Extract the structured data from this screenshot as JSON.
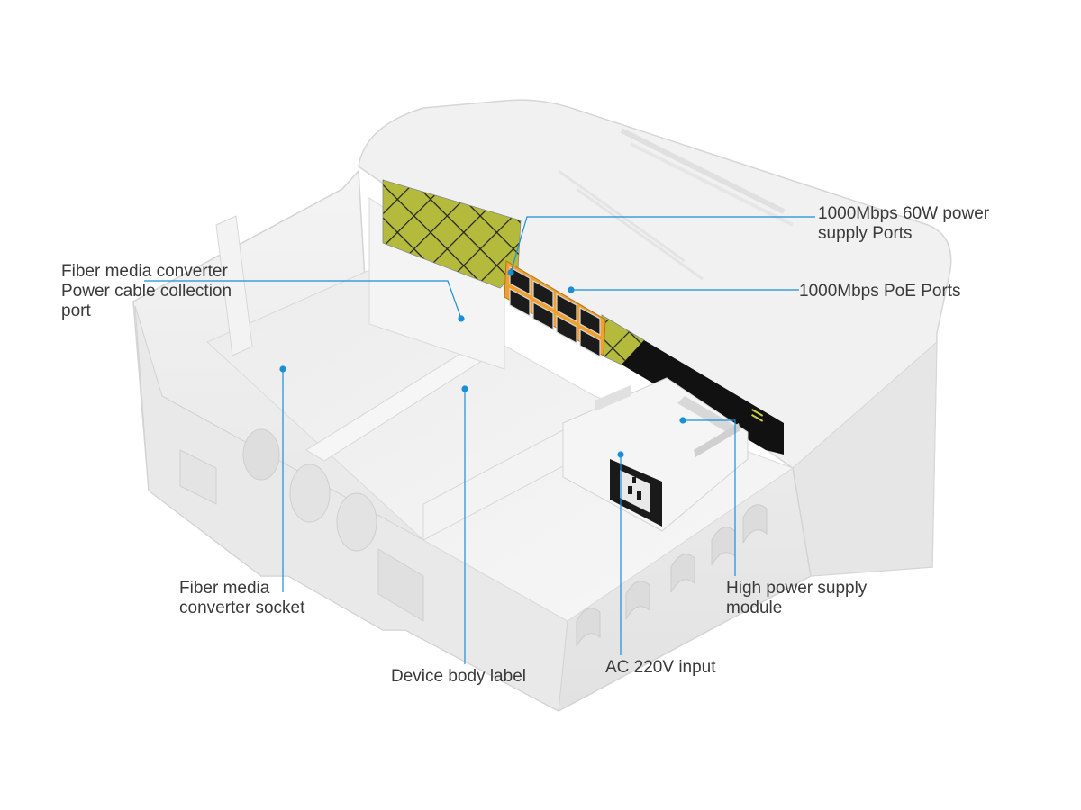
{
  "accent_color": "#1a8fd6",
  "callouts": [
    {
      "id": "poe-60w-ports",
      "lines": [
        "1000Mbps 60W power",
        "supply Ports"
      ]
    },
    {
      "id": "poe-ports",
      "lines": [
        "1000Mbps PoE Ports"
      ]
    },
    {
      "id": "fiber-power-collection",
      "lines": [
        "Fiber media converter",
        "Power cable collection",
        "port"
      ]
    },
    {
      "id": "fiber-socket",
      "lines": [
        "Fiber media",
        "converter socket"
      ]
    },
    {
      "id": "body-label",
      "lines": [
        "Device body label"
      ]
    },
    {
      "id": "ac-input",
      "lines": [
        "AC 220V input"
      ]
    },
    {
      "id": "power-module",
      "lines": [
        "High power supply",
        "module"
      ]
    }
  ]
}
